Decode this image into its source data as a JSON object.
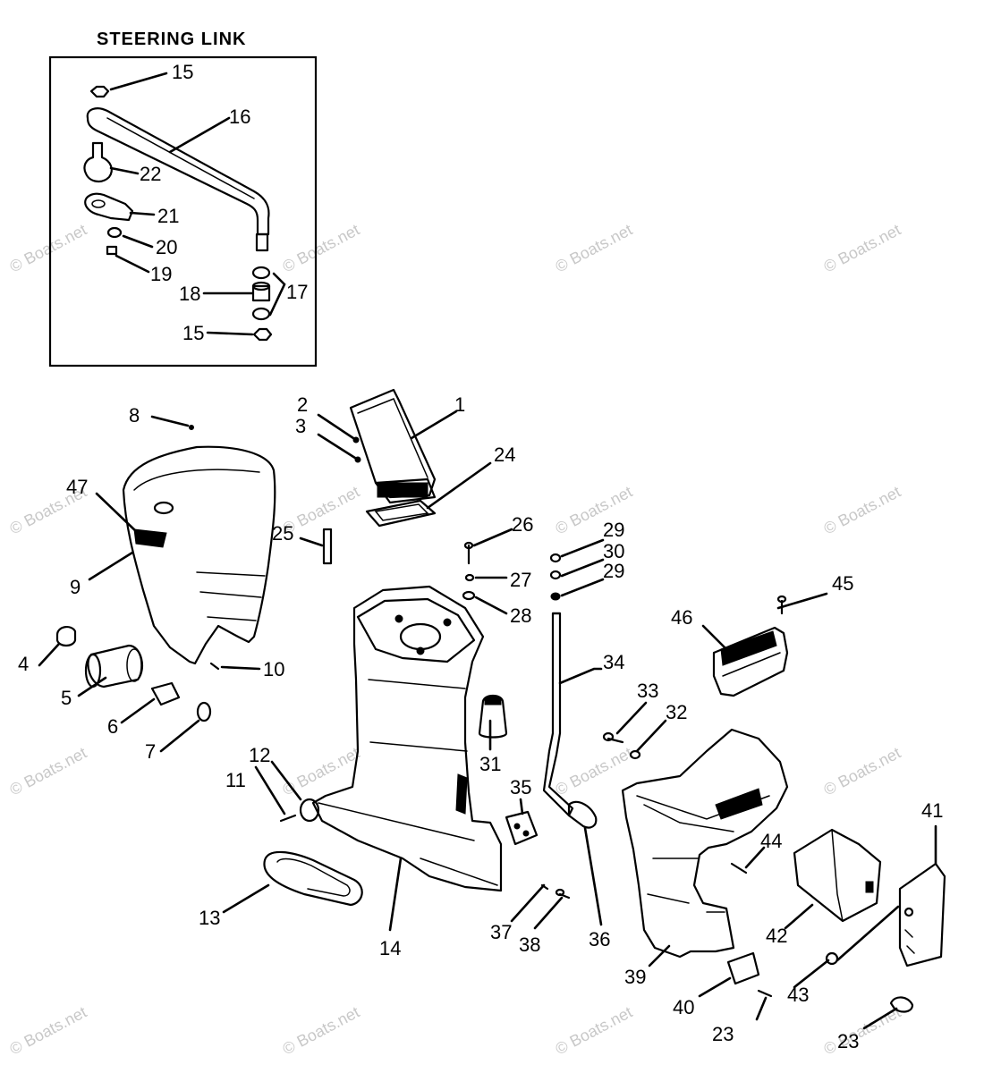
{
  "inset": {
    "title": "STEERING LINK"
  },
  "watermark": "© Boats.net",
  "callouts": {
    "c1": "1",
    "c2": "2",
    "c3": "3",
    "c4": "4",
    "c5": "5",
    "c6": "6",
    "c7": "7",
    "c8": "8",
    "c9": "9",
    "c10": "10",
    "c11": "11",
    "c12": "12",
    "c13": "13",
    "c14": "14",
    "c15a": "15",
    "c15b": "15",
    "c16": "16",
    "c17": "17",
    "c18": "18",
    "c19": "19",
    "c20": "20",
    "c21": "21",
    "c22": "22",
    "c23a": "23",
    "c23b": "23",
    "c24": "24",
    "c25": "25",
    "c26": "26",
    "c27": "27",
    "c28": "28",
    "c29a": "29",
    "c29b": "29",
    "c30": "30",
    "c31": "31",
    "c32": "32",
    "c33": "33",
    "c34": "34",
    "c35": "35",
    "c36": "36",
    "c37": "37",
    "c38": "38",
    "c39": "39",
    "c40": "40",
    "c41": "41",
    "c42": "42",
    "c43": "43",
    "c44": "44",
    "c45": "45",
    "c46": "46",
    "c47": "47"
  }
}
